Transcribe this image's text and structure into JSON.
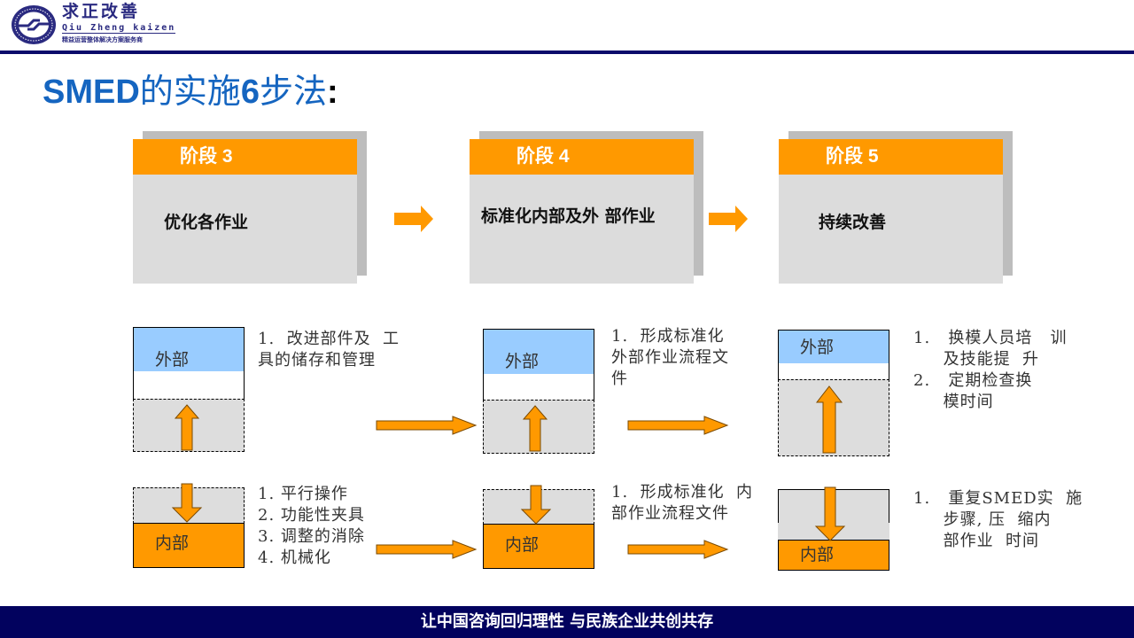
{
  "header": {
    "brand_cn": "求正改善",
    "brand_en": "Qiu Zheng kaizen",
    "brand_tagline": "精益运营整体解决方案服务商",
    "colors": {
      "brand": "#2a2a80",
      "header_line": "#0b0b6b"
    }
  },
  "title": {
    "prefix": "SMED",
    "part1": "的实施",
    "number": "6",
    "part2": "步法",
    "colon": ":"
  },
  "stages": [
    {
      "label": "阶段 3",
      "description": "优化各作业"
    },
    {
      "label": "阶段 4",
      "description": "标准化内部及外 部作业"
    },
    {
      "label": "阶段 5",
      "description": "持续改善"
    }
  ],
  "blocks": {
    "external_label": "外部",
    "internal_label": "内部"
  },
  "notes": {
    "stage3_external": [
      "1.  改进部件及  工",
      "具的储存和管理"
    ],
    "stage3_internal": [
      "1. 平行操作",
      "2. 功能性夹具",
      "3. 调整的消除",
      "4. 机械化"
    ],
    "stage4_external": [
      "1.  形成标准化",
      "外部作业流程文",
      "件"
    ],
    "stage4_internal": [
      "1.  形成标准化  内",
      "部作业流程文件"
    ],
    "stage5_external": [
      "1.   换模人员培   训",
      "     及技能提  升",
      "2.   定期检查换",
      "     模时间"
    ],
    "stage5_internal": [
      "1.   重复SMED实  施",
      "     步骤, 压  缩内",
      "     部作业  时间"
    ]
  },
  "footer": {
    "slogan": "让中国咨询回归理性  与民族企业共创共存"
  },
  "colors": {
    "accent_orange": "#ff9900",
    "title_blue": "#1565c0",
    "external_blue": "#99ccff",
    "card_gray": "#dcdcdc",
    "footer_navy": "#02025e"
  }
}
